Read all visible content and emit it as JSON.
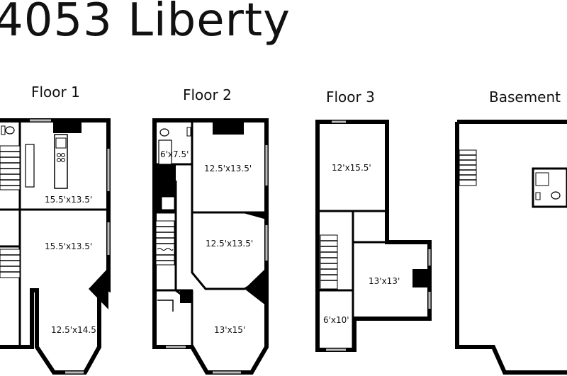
{
  "title": "4053 Liberty",
  "floors": [
    {
      "label": "Floor 1",
      "rooms": [
        "15.5'x13.5'",
        "15.5'x13.5'",
        "12.5'x14.5'"
      ]
    },
    {
      "label": "Floor 2",
      "rooms": [
        "6'x7.5'",
        "12.5'x13.5'",
        "12.5'x13.5'",
        "13'x15'"
      ]
    },
    {
      "label": "Floor 3",
      "rooms": [
        "12'x15.5'",
        "13'x13'",
        "6'x10'"
      ]
    },
    {
      "label": "Basement",
      "rooms": []
    }
  ],
  "colors": {
    "walls": "#000000",
    "windows": "#bbbbbb",
    "background": "#ffffff"
  }
}
